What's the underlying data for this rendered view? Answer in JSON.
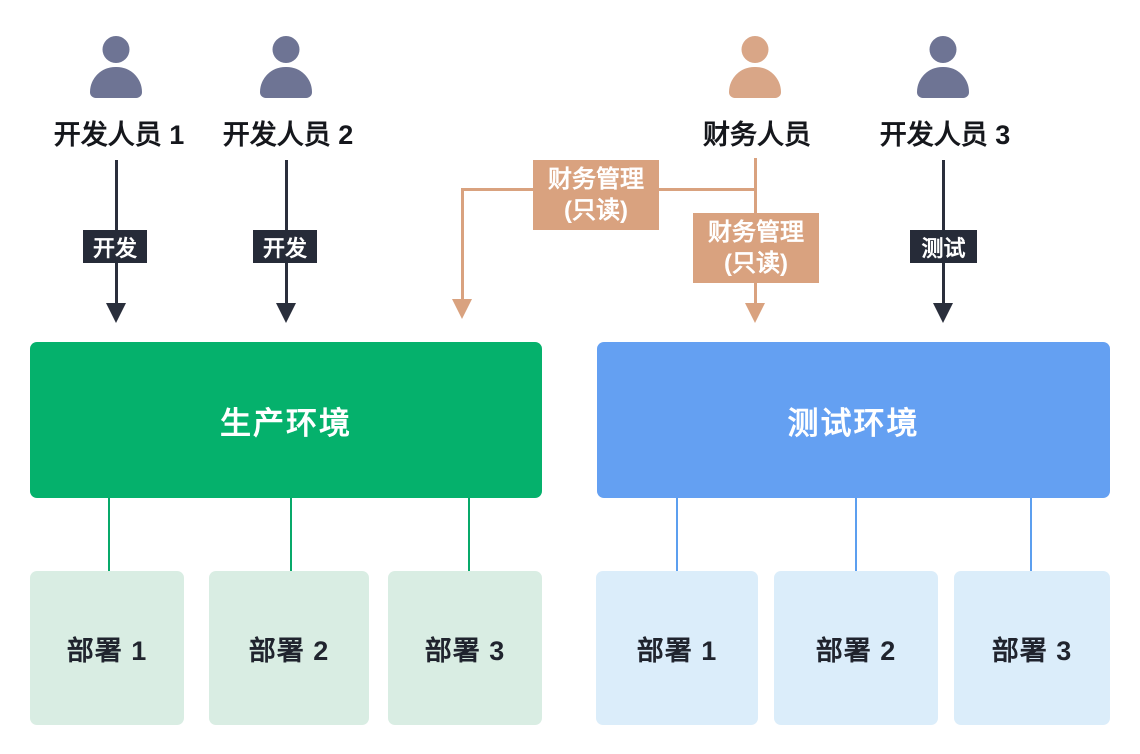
{
  "diagram": {
    "actors": [
      {
        "label": "开发人员 1",
        "icon_color": "#6E7494"
      },
      {
        "label": "开发人员 2",
        "icon_color": "#6E7494"
      },
      {
        "label": "财务人员",
        "icon_color": "#D9A687"
      },
      {
        "label": "开发人员 3",
        "icon_color": "#6E7494"
      }
    ],
    "edge_badges": {
      "dev1": "开发",
      "dev2": "开发",
      "test": "测试",
      "finance_line1": "财务管理",
      "finance_line2": "(只读)"
    },
    "environments": [
      {
        "label": "生产环境",
        "color": "#05B16C",
        "deploy_box_color": "#D9EDE3",
        "deployments": [
          "部署 1",
          "部署 2",
          "部署 3"
        ]
      },
      {
        "label": "测试环境",
        "color": "#64A0F2",
        "deploy_box_color": "#DBEDFA",
        "deployments": [
          "部署 1",
          "部署 2",
          "部署 3"
        ]
      }
    ],
    "edge_colors": {
      "dev_arrow": "#2A2F3C",
      "finance_arrow": "#D9A27F"
    }
  }
}
